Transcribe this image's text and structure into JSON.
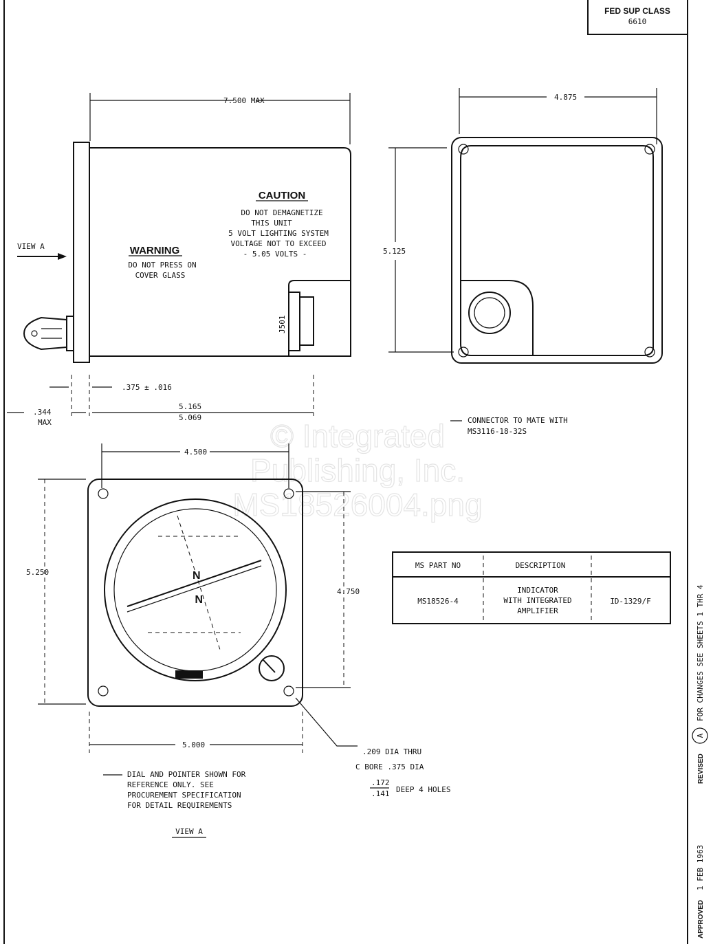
{
  "title_block": {
    "fed_sup_class_label": "FED SUP CLASS",
    "fed_sup_class_value": "6610"
  },
  "side_view": {
    "dim_overall": "7.500 MAX",
    "view_arrow_label": "VIEW A",
    "caution": {
      "heading": "CAUTION",
      "lines": [
        "DO NOT DEMAGNETIZE",
        "THIS UNIT",
        "5 VOLT LIGHTING SYSTEM",
        "VOLTAGE NOT TO EXCEED",
        "- 5.05 VOLTS -"
      ]
    },
    "warning": {
      "heading": "WARNING",
      "lines": [
        "DO NOT PRESS ON",
        "COVER GLASS"
      ]
    },
    "connector_label": "J501",
    "dim_flange": ".375 ± .016",
    "dim_knob": ".344",
    "dim_knob_note": "MAX",
    "dim_depth_upper": "5.165",
    "dim_depth_lower": "5.069"
  },
  "rear_view": {
    "dim_width": "4.875",
    "dim_height": "5.125",
    "connector_note": [
      "CONNECTOR TO MATE WITH",
      "MS3116-18-32S"
    ]
  },
  "front_view": {
    "dim_hole_spacing_h": "4.500",
    "dim_overall_h": "5.000",
    "dim_overall_v": "5.250",
    "dim_hole_spacing_v": "4.750",
    "hole_note": [
      ".209 DIA THRU",
      "C BORE .375 DIA",
      ".172",
      ".141",
      "DEEP 4 HOLES"
    ],
    "dial_note": [
      "DIAL AND POINTER SHOWN FOR",
      "REFERENCE ONLY.  SEE",
      "PROCUREMENT SPECIFICATION",
      "FOR DETAIL REQUIREMENTS"
    ],
    "view_label": "VIEW A",
    "dial_letter": "N"
  },
  "parts_table": {
    "headers": [
      "MS PART NO",
      "DESCRIPTION",
      ""
    ],
    "rows": [
      {
        "part_no": "MS18526-4",
        "description": [
          "INDICATOR",
          "WITH INTEGRATED",
          "AMPLIFIER"
        ],
        "designation": "ID-1329/F"
      }
    ]
  },
  "revision_strip": {
    "approved_label": "APPROVED",
    "approved_date": "1 FEB 1963",
    "revised_label": "REVISED",
    "revision_letter": "A",
    "changes_note": "FOR CHANGES SEE SHEETS 1 THR 4"
  },
  "watermark": [
    "© Integrated",
    "Publishing, Inc.",
    "MS18526004.png"
  ]
}
